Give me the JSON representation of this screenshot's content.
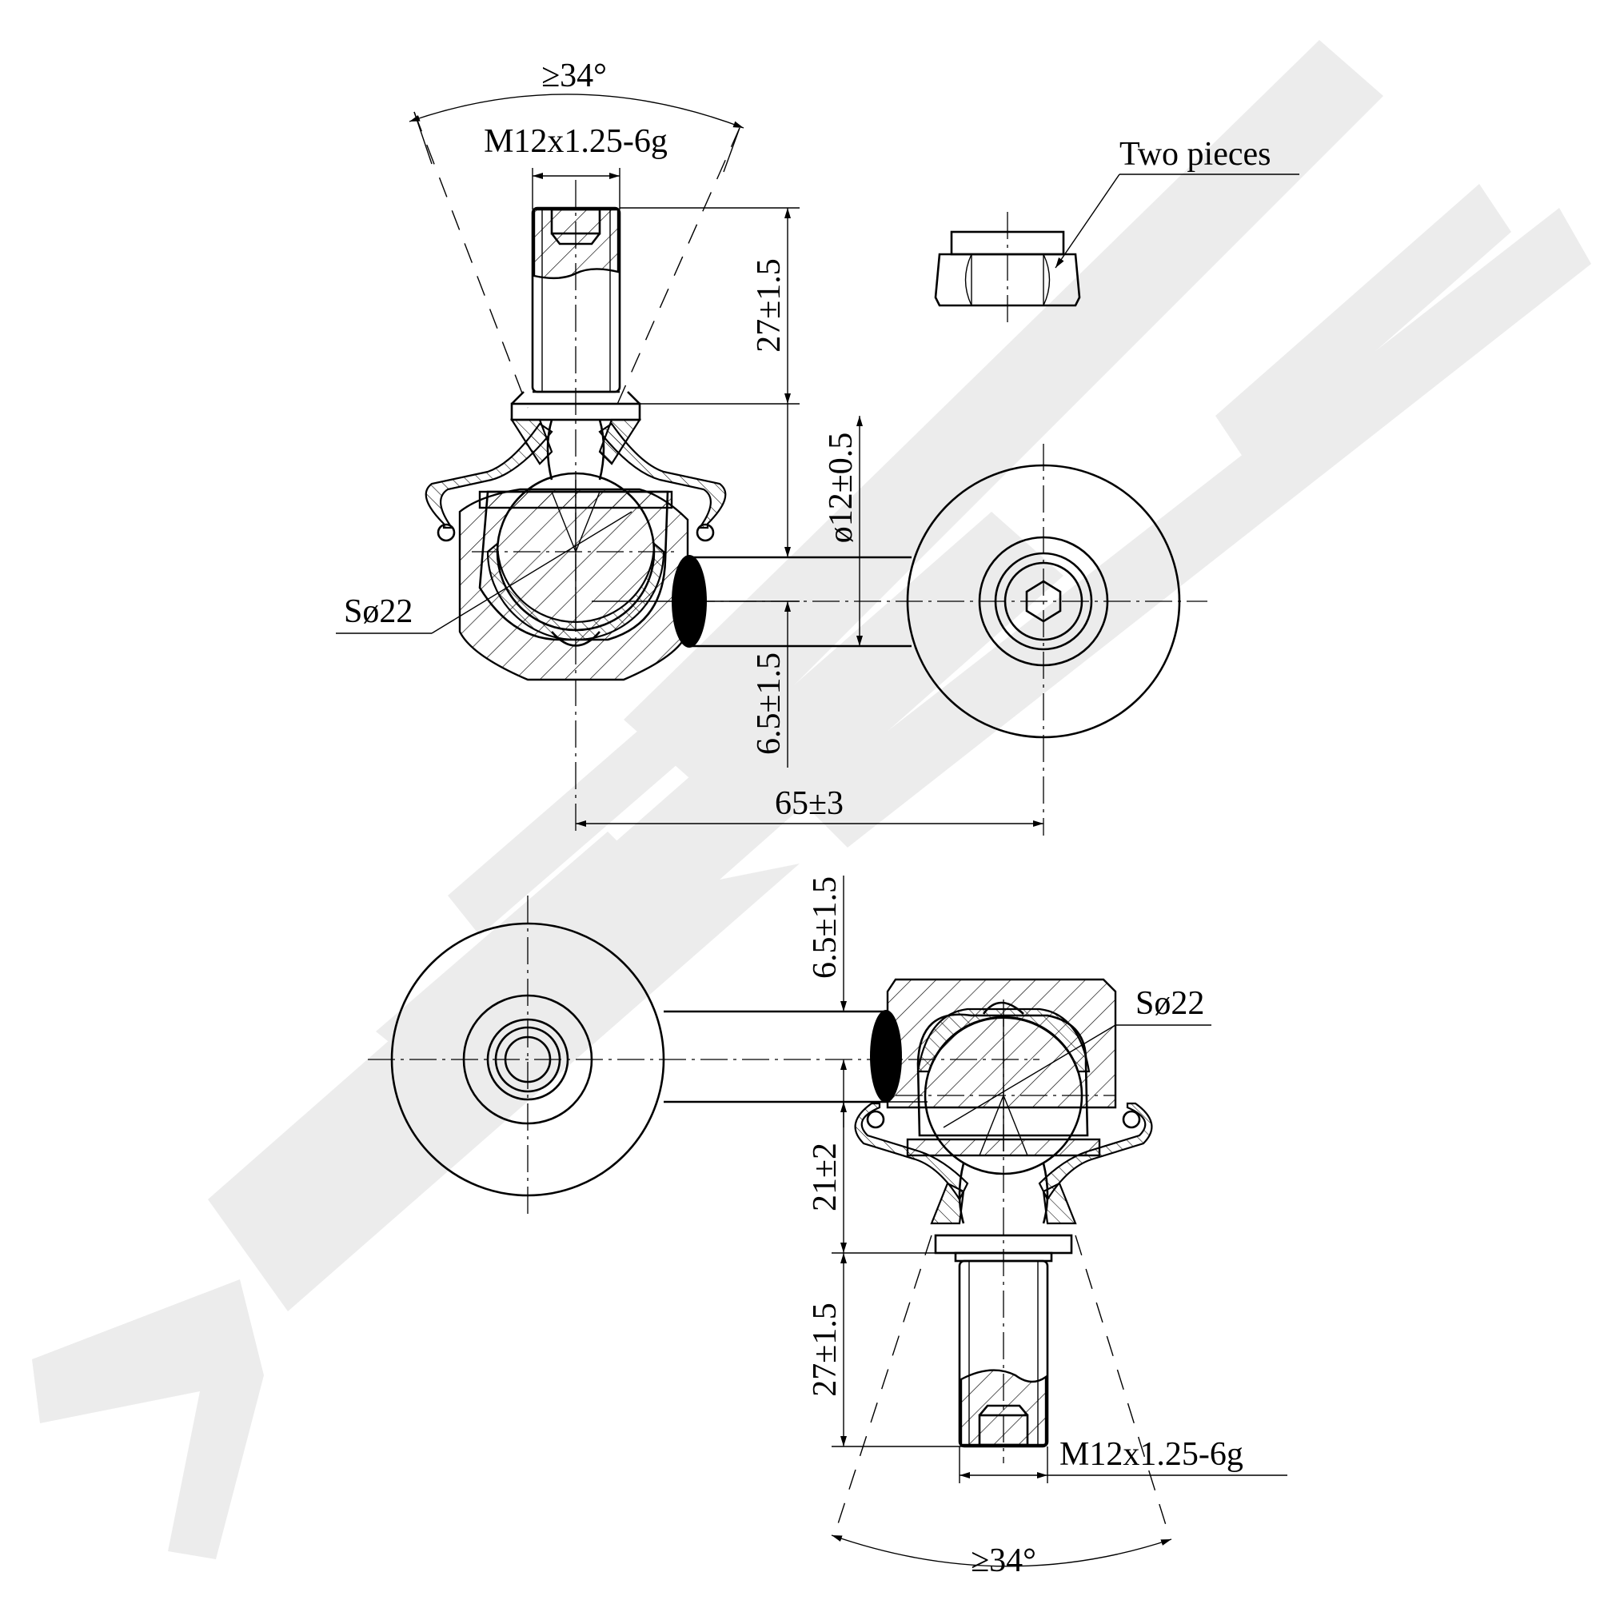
{
  "watermark": {
    "text": "ZENNEK"
  },
  "top_view": {
    "angle_label": "≥34°",
    "thread_label": "M12x1.25-6g",
    "stud_length_label": "27±1.5",
    "ball_label": "Sø22",
    "rod_diameter_label": "ø12±0.5",
    "offset_label": "6.5±1.5",
    "center_distance_label": "65±3"
  },
  "nut_callout": {
    "label": "Two pieces"
  },
  "bottom_view": {
    "offset_label": "6.5±1.5",
    "ball_label": "Sø22",
    "height_label": "21±2",
    "stud_length_label": "27±1.5",
    "thread_label": "M12x1.25-6g",
    "angle_label": "≥34°"
  }
}
